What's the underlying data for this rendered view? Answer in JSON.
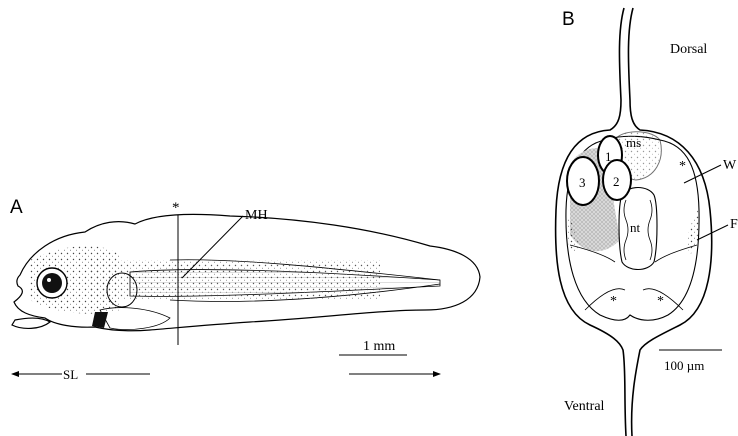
{
  "panel_a": {
    "letter": "A",
    "asterisk": "*",
    "mh_label": "MH",
    "scale_label": "1 mm",
    "sl_label": "SL"
  },
  "panel_b": {
    "letter": "B",
    "dorsal_label": "Dorsal",
    "ventral_label": "Ventral",
    "ms_label": "ms",
    "nt_label": "nt",
    "w_label": "W",
    "f_label": "F",
    "circle_labels": [
      "1",
      "2",
      "3"
    ],
    "asterisk": "*",
    "scale_label": "100 µm"
  }
}
